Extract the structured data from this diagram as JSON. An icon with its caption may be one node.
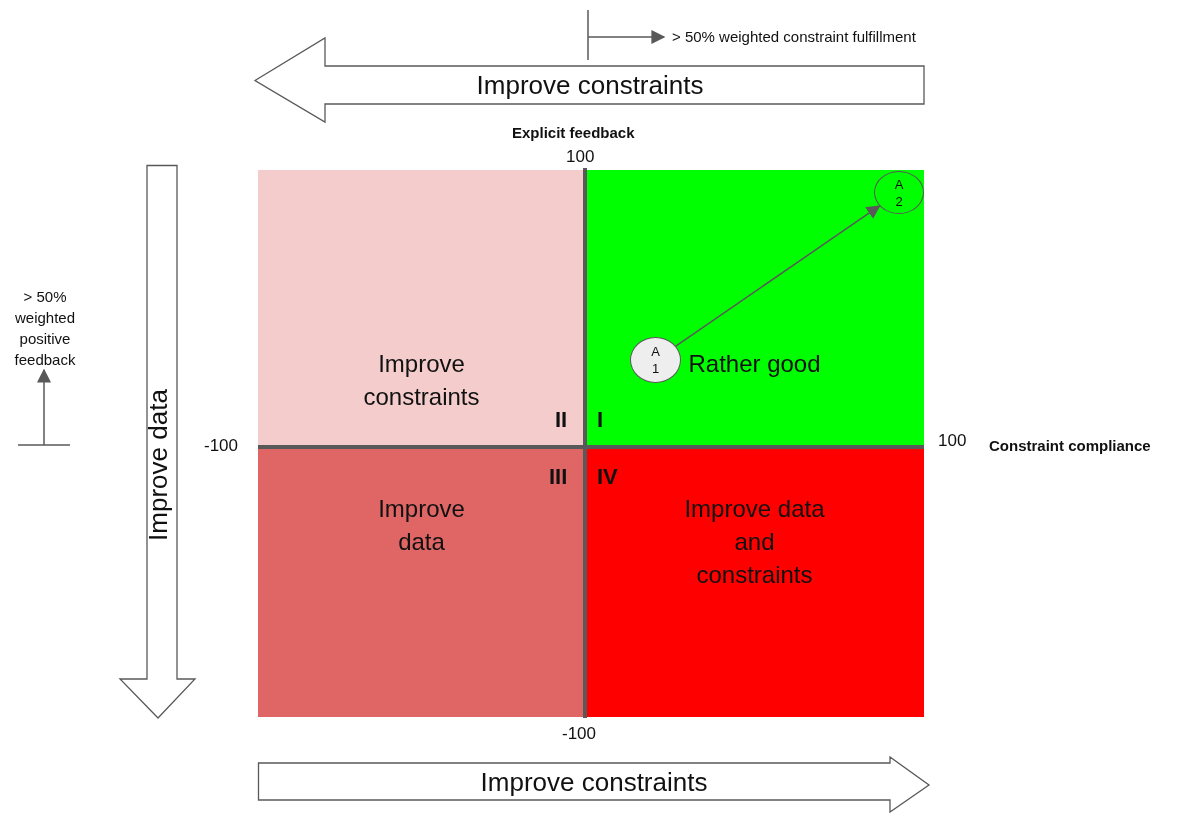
{
  "diagram": {
    "nodes": [
      {
        "text": [
          "Improve constraints"
        ]
      },
      {
        "text": [
          "Improve data"
        ]
      },
      {
        "text": [
          "Improve constraints"
        ]
      },
      {
        "text": [
          "Rather good"
        ]
      },
      {
        "text": [
          "A 1"
        ],
        "in": 3
      },
      {
        "text": [
          "A 2"
        ],
        "in": 3
      },
      {
        "text": [
          "Improve data"
        ]
      },
      {
        "text": [
          "Improve data and constraints"
        ]
      },
      {
        "text": [
          "Improve constraints"
        ]
      }
    ],
    "edges": [
      {
        "from": 4,
        "to": 5,
        "arrow": "to"
      }
    ],
    "labels": [
      "> 50% weighted constraint fulfillment",
      "Explicit feedback",
      "100",
      "> 50% weighted positive feedback",
      "II",
      "I",
      "-100",
      "100",
      "Constraint compliance",
      "III",
      "IV",
      "-100"
    ]
  }
}
